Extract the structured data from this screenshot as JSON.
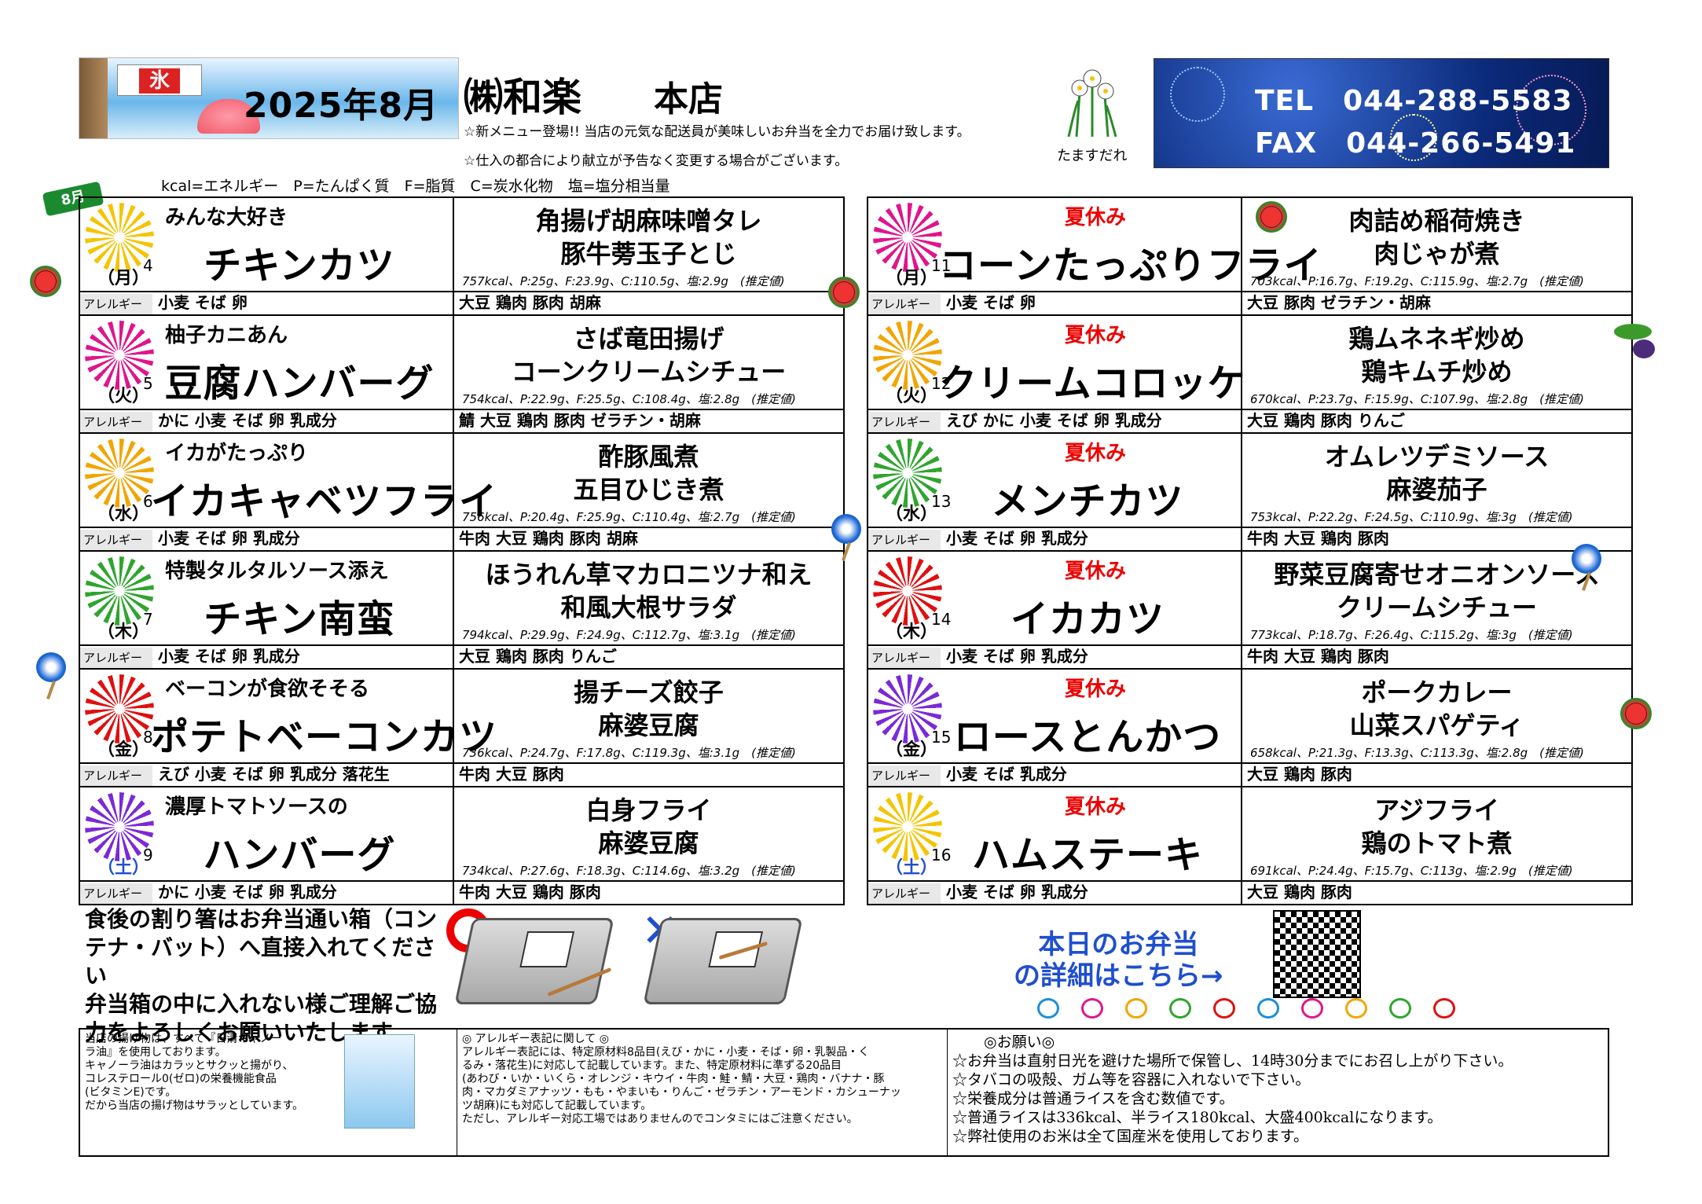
{
  "header": {
    "date": "2025年8月",
    "company": "㈱和楽",
    "branch": "本店",
    "note1": "☆新メニュー登場!! 当店の元気な配送員が美味しいお弁当を全力でお届け致します。",
    "note2": "☆仕入の都合により献立が予告なく変更する場合がございます。",
    "flower_label": "たますだれ",
    "banner_flag": "氷",
    "tel": "TEL　044-288-5583",
    "fax": "FAX　044-266-5491"
  },
  "legend": "kcal=エネルギー　P=たんぱく質　F=脂質　C=炭水化物　塩=塩分相当量",
  "month_tab": "8月",
  "allergy_label": "アレルギー",
  "weeks": [
    {
      "days": [
        {
          "day": "4",
          "dow": "（月）",
          "sub": "みんな大好き",
          "dish": "チキンカツ",
          "side1": "角揚げ胡麻味噌タレ",
          "side2": "豚牛蒡玉子とじ",
          "nutrition": "757kcal、P:25g、F:23.9g、C:110.5g、塩:2.9g　(推定値)",
          "allergy_main": "小麦 そば 卵",
          "allergy_side": "大豆 鶏肉 豚肉 胡麻",
          "dow_color": "#000"
        },
        {
          "day": "5",
          "dow": "（火）",
          "sub": "柚子カニあん",
          "dish": "豆腐ハンバーグ",
          "side1": "さば竜田揚げ",
          "side2": "コーンクリームシチュー",
          "nutrition": "754kcal、P:22.9g、F:25.5g、C:108.4g、塩:2.8g　(推定値)",
          "allergy_main": "かに 小麦 そば 卵 乳成分",
          "allergy_side": "鯖 大豆 鶏肉 豚肉 ゼラチン・胡麻",
          "dow_color": "#000"
        },
        {
          "day": "6",
          "dow": "（水）",
          "sub": "イカがたっぷり",
          "dish": "イカキャベツフライ",
          "side1": "酢豚風煮",
          "side2": "五目ひじき煮",
          "nutrition": "756kcal、P:20.4g、F:25.9g、C:110.4g、塩:2.7g　(推定値)",
          "allergy_main": "小麦 そば 卵 乳成分",
          "allergy_side": "牛肉 大豆 鶏肉 豚肉 胡麻",
          "dow_color": "#000"
        },
        {
          "day": "7",
          "dow": "（木）",
          "sub": "特製タルタルソース添え",
          "dish": "チキン南蛮",
          "side1": "ほうれん草マカロニツナ和え",
          "side2": "和風大根サラダ",
          "nutrition": "794kcal、P:29.9g、F:24.9g、C:112.7g、塩:3.1g　(推定値)",
          "allergy_main": "小麦 そば 卵 乳成分",
          "allergy_side": "大豆 鶏肉 豚肉 りんご",
          "dow_color": "#000"
        },
        {
          "day": "8",
          "dow": "（金）",
          "sub": "ベーコンが食欲そそる",
          "dish": "ポテトベーコンカツ",
          "side1": "揚チーズ餃子",
          "side2": "麻婆豆腐",
          "nutrition": "736kcal、P:24.7g、F:17.8g、C:119.3g、塩:3.1g　(推定値)",
          "allergy_main": "えび 小麦 そば 卵 乳成分 落花生",
          "allergy_side": "牛肉 大豆 豚肉",
          "dow_color": "#000"
        },
        {
          "day": "9",
          "dow": "（土）",
          "sub": "濃厚トマトソースの",
          "dish": "ハンバーグ",
          "side1": "白身フライ",
          "side2": "麻婆豆腐",
          "nutrition": "734kcal、P:27.6g、F:18.3g、C:114.6g、塩:3.2g　(推定値)",
          "allergy_main": "かに 小麦 そば 卵 乳成分",
          "allergy_side": "牛肉 大豆 鶏肉 豚肉",
          "dow_color": "#1f4fcf"
        }
      ]
    },
    {
      "days": [
        {
          "day": "11",
          "dow": "（月）",
          "sub": "夏休み",
          "dish": "コーンたっぷりフライ",
          "side1": "肉詰め稲荷焼き",
          "side2": "肉じゃが煮",
          "nutrition": "703kcal、P:16.7g、F:19.2g、C:115.9g、塩:2.7g　(推定値)",
          "allergy_main": "小麦 そば 卵",
          "allergy_side": "大豆 豚肉 ゼラチン・胡麻",
          "dow_color": "#000"
        },
        {
          "day": "12",
          "dow": "（火）",
          "sub": "夏休み",
          "dish": "クリームコロッケ",
          "side1": "鶏ムネネギ炒め",
          "side2": "鶏キムチ炒め",
          "nutrition": "670kcal、P:23.7g、F:15.9g、C:107.9g、塩:2.8g　(推定値)",
          "allergy_main": "えび かに 小麦 そば 卵 乳成分",
          "allergy_side": "大豆 鶏肉 豚肉 りんご",
          "dow_color": "#000"
        },
        {
          "day": "13",
          "dow": "（水）",
          "sub": "夏休み",
          "dish": "メンチカツ",
          "side1": "オムレツデミソース",
          "side2": "麻婆茄子",
          "nutrition": "753kcal、P:22.2g、F:24.5g、C:110.9g、塩:3g　(推定値)",
          "allergy_main": "小麦 そば 卵 乳成分",
          "allergy_side": "牛肉 大豆 鶏肉 豚肉",
          "dow_color": "#000"
        },
        {
          "day": "14",
          "dow": "（木）",
          "sub": "夏休み",
          "dish": "イカカツ",
          "side1": "野菜豆腐寄せオニオンソース",
          "side2": "クリームシチュー",
          "nutrition": "773kcal、P:18.7g、F:26.4g、C:115.2g、塩:3g　(推定値)",
          "allergy_main": "小麦 そば 卵 乳成分",
          "allergy_side": "牛肉 大豆 鶏肉 豚肉",
          "dow_color": "#000"
        },
        {
          "day": "15",
          "dow": "（金）",
          "sub": "夏休み",
          "dish": "ロースとんかつ",
          "side1": "ポークカレー",
          "side2": "山菜スパゲティ",
          "nutrition": "658kcal、P:21.3g、F:13.3g、C:113.3g、塩:2.8g　(推定値)",
          "allergy_main": "小麦 そば 乳成分",
          "allergy_side": "大豆 鶏肉 豚肉",
          "dow_color": "#000"
        },
        {
          "day": "16",
          "dow": "（土）",
          "sub": "夏休み",
          "dish": "ハムステーキ",
          "side1": "アジフライ",
          "side2": "鶏のトマト煮",
          "nutrition": "691kcal、P:24.4g、F:15.7g、C:113g、塩:2.9g　(推定値)",
          "allergy_main": "小麦 そば 卵 乳成分",
          "allergy_side": "大豆 鶏肉 豚肉",
          "dow_color": "#1f4fcf"
        }
      ]
    }
  ],
  "chopsticks": [
    "食後の割り箸はお弁当通い箱（コン",
    "テナ・バット）へ直接入れてください",
    "弁当箱の中に入れない様ご理解ご協",
    "力をよろしくお願いいたします"
  ],
  "ok_mark": "○",
  "ng_mark": "✕",
  "qr_text": [
    "本日のお弁当",
    "の詳細はこちら→"
  ],
  "info": {
    "oil": [
      "当店の揚げ物は、すべて『日清キャノー",
      "ラ油』を使用しております。",
      "キャノーラ油はカラッとサクッと揚がり、",
      "コレステロール0(ゼロ)の栄養機能食品",
      "(ビタミンE)です。",
      "だから当店の揚げ物はサラッとしています。"
    ],
    "allergy": [
      "◎ アレルギー表記に関して ◎",
      "アレルギー表記には、特定原材料8品目(えび・かに・小麦・そば・卵・乳製品・く",
      "るみ・落花生)に対応して記載しています。また、特定原材料に準ずる20品目",
      "(あわび・いか・いくら・オレンジ・キウイ・牛肉・鮭・鯖・大豆・鶏肉・バナナ・豚",
      "肉・マカダミアナッツ・もも・やまいも・りんご・ゼラチン・アーモンド・カシューナッ",
      "ツ胡麻)にも対応して記載しています。",
      "ただし、アレルギー対応工場ではありませんのでコンタミにはご注意ください。"
    ],
    "request": [
      "◎お願い◎",
      "☆お弁当は直射日光を避けた場所で保管し、14時30分までにお召し上がり下さい。",
      "☆タバコの吸殻、ガム等を容器に入れないで下さい。",
      "☆栄養成分は普通ライスを含む数値です。",
      "☆普通ライスは336kcal、半ライス180kcal、大盛400kcalになります。",
      "☆弊社使用のお米は全て国産米を使用しております。"
    ]
  },
  "colors": {
    "accent_red": "#e00000",
    "accent_blue": "#1f4fcf",
    "month_tab": "#1b8a2f",
    "contact_bg": "#0b2a7a"
  },
  "icons": [
    "fireworks-icon",
    "watermelon-icon",
    "uchiwa-fan-icon",
    "shaved-ice-icon",
    "narcissus-flower-icon",
    "qr-code",
    "lantern-icon"
  ]
}
